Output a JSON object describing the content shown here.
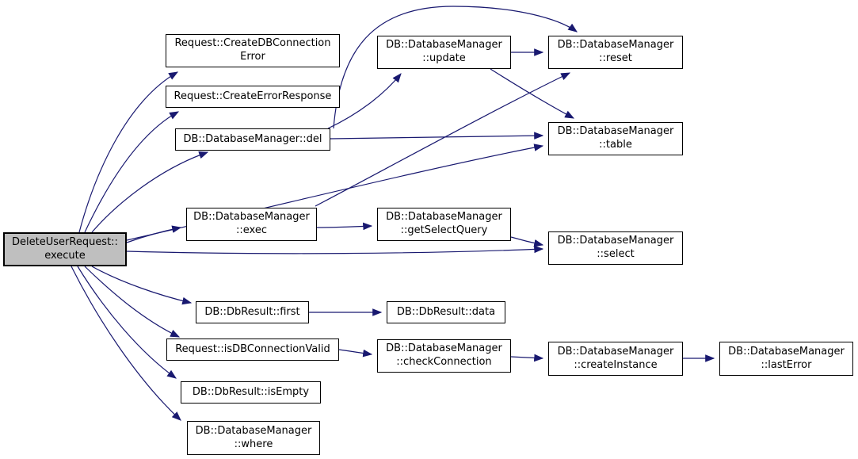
{
  "diagram": {
    "type": "call-graph",
    "background_color": "#ffffff",
    "edge_color": "#191970",
    "node_border_color": "#000000",
    "node_fill_color": "#ffffff",
    "root_node_fill_color": "#bfbfbf",
    "text_color": "#000000",
    "root_node": "DeleteUserRequest::execute",
    "nodes": [
      {
        "id": "execute",
        "label": "DeleteUserRequest::\nexecute",
        "root": true
      },
      {
        "id": "create-db-connection-error",
        "label": "Request::CreateDBConnection\nError",
        "root": false
      },
      {
        "id": "create-error-response",
        "label": "Request::CreateErrorResponse",
        "root": false
      },
      {
        "id": "del",
        "label": "DB::DatabaseManager::del",
        "root": false
      },
      {
        "id": "update",
        "label": "DB::DatabaseManager\n::update",
        "root": false
      },
      {
        "id": "reset",
        "label": "DB::DatabaseManager\n::reset",
        "root": false
      },
      {
        "id": "table",
        "label": "DB::DatabaseManager\n::table",
        "root": false
      },
      {
        "id": "exec",
        "label": "DB::DatabaseManager\n::exec",
        "root": false
      },
      {
        "id": "get-select-query",
        "label": "DB::DatabaseManager\n::getSelectQuery",
        "root": false
      },
      {
        "id": "select",
        "label": "DB::DatabaseManager\n::select",
        "root": false
      },
      {
        "id": "first",
        "label": "DB::DbResult::first",
        "root": false
      },
      {
        "id": "data",
        "label": "DB::DbResult::data",
        "root": false
      },
      {
        "id": "is-db-connection-valid",
        "label": "Request::isDBConnectionValid",
        "root": false
      },
      {
        "id": "check-connection",
        "label": "DB::DatabaseManager\n::checkConnection",
        "root": false
      },
      {
        "id": "create-instance",
        "label": "DB::DatabaseManager\n::createInstance",
        "root": false
      },
      {
        "id": "last-error",
        "label": "DB::DatabaseManager\n::lastError",
        "root": false
      },
      {
        "id": "is-empty",
        "label": "DB::DbResult::isEmpty",
        "root": false
      },
      {
        "id": "where",
        "label": "DB::DatabaseManager\n::where",
        "root": false
      }
    ],
    "edges": [
      {
        "from": "execute",
        "to": "create-db-connection-error"
      },
      {
        "from": "execute",
        "to": "create-error-response"
      },
      {
        "from": "execute",
        "to": "del"
      },
      {
        "from": "execute",
        "to": "exec"
      },
      {
        "from": "execute",
        "to": "select"
      },
      {
        "from": "execute",
        "to": "table"
      },
      {
        "from": "execute",
        "to": "first"
      },
      {
        "from": "execute",
        "to": "is-db-connection-valid"
      },
      {
        "from": "execute",
        "to": "is-empty"
      },
      {
        "from": "execute",
        "to": "where"
      },
      {
        "from": "del",
        "to": "update"
      },
      {
        "from": "del",
        "to": "reset"
      },
      {
        "from": "del",
        "to": "table"
      },
      {
        "from": "update",
        "to": "reset"
      },
      {
        "from": "update",
        "to": "table"
      },
      {
        "from": "exec",
        "to": "reset"
      },
      {
        "from": "exec",
        "to": "get-select-query"
      },
      {
        "from": "get-select-query",
        "to": "select"
      },
      {
        "from": "first",
        "to": "data"
      },
      {
        "from": "is-db-connection-valid",
        "to": "check-connection"
      },
      {
        "from": "check-connection",
        "to": "create-instance"
      },
      {
        "from": "create-instance",
        "to": "last-error"
      }
    ]
  }
}
